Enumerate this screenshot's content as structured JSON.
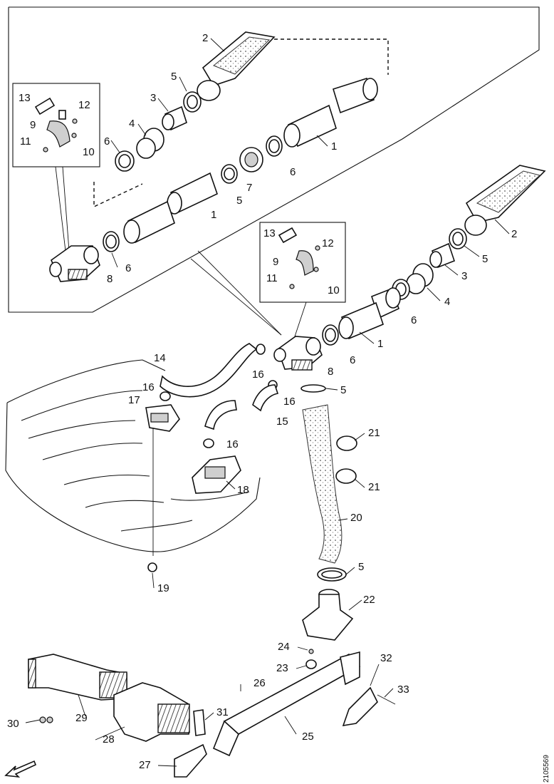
{
  "figure_code": "2105569",
  "labels": [
    {
      "id": "a2",
      "text": "2"
    },
    {
      "id": "a5",
      "text": "5"
    },
    {
      "id": "a3",
      "text": "3"
    },
    {
      "id": "a13",
      "text": "13"
    },
    {
      "id": "a12",
      "text": "12"
    },
    {
      "id": "a9",
      "text": "9"
    },
    {
      "id": "a11",
      "text": "11"
    },
    {
      "id": "a10",
      "text": "10"
    },
    {
      "id": "a4",
      "text": "4"
    },
    {
      "id": "a6a",
      "text": "6"
    },
    {
      "id": "a1a",
      "text": "1"
    },
    {
      "id": "a6b",
      "text": "6"
    },
    {
      "id": "a7",
      "text": "7"
    },
    {
      "id": "a5b",
      "text": "5"
    },
    {
      "id": "a1b",
      "text": "1"
    },
    {
      "id": "a6c",
      "text": "6"
    },
    {
      "id": "a8",
      "text": "8"
    },
    {
      "id": "b2",
      "text": "2"
    },
    {
      "id": "b5",
      "text": "5"
    },
    {
      "id": "b13",
      "text": "13"
    },
    {
      "id": "b12",
      "text": "12"
    },
    {
      "id": "b9",
      "text": "9"
    },
    {
      "id": "b3",
      "text": "3"
    },
    {
      "id": "b11",
      "text": "11"
    },
    {
      "id": "b10",
      "text": "10"
    },
    {
      "id": "b4",
      "text": "4"
    },
    {
      "id": "b6a",
      "text": "6"
    },
    {
      "id": "b1",
      "text": "1"
    },
    {
      "id": "b14",
      "text": "14"
    },
    {
      "id": "b6b",
      "text": "6"
    },
    {
      "id": "b16a",
      "text": "16"
    },
    {
      "id": "b8",
      "text": "8"
    },
    {
      "id": "b16b",
      "text": "16"
    },
    {
      "id": "b5b",
      "text": "5"
    },
    {
      "id": "b17",
      "text": "17"
    },
    {
      "id": "b16c",
      "text": "16"
    },
    {
      "id": "b15",
      "text": "15"
    },
    {
      "id": "b21a",
      "text": "21"
    },
    {
      "id": "b16d",
      "text": "16"
    },
    {
      "id": "b21b",
      "text": "21"
    },
    {
      "id": "b18",
      "text": "18"
    },
    {
      "id": "b20",
      "text": "20"
    },
    {
      "id": "b5c",
      "text": "5"
    },
    {
      "id": "b19",
      "text": "19"
    },
    {
      "id": "b22",
      "text": "22"
    },
    {
      "id": "b24",
      "text": "24"
    },
    {
      "id": "b32",
      "text": "32"
    },
    {
      "id": "b23",
      "text": "23"
    },
    {
      "id": "b26",
      "text": "26"
    },
    {
      "id": "b33",
      "text": "33"
    },
    {
      "id": "b30",
      "text": "30"
    },
    {
      "id": "b29",
      "text": "29"
    },
    {
      "id": "b31",
      "text": "31"
    },
    {
      "id": "b28",
      "text": "28"
    },
    {
      "id": "b25",
      "text": "25"
    },
    {
      "id": "b27",
      "text": "27"
    }
  ]
}
